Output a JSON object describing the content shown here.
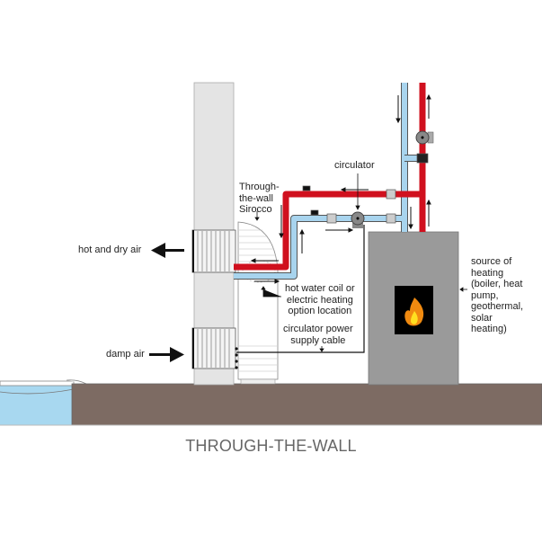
{
  "labels": {
    "sirocco": "Through-\nthe-wall\nSirocco",
    "circulator": "circulator",
    "hot_dry_air": "hot and dry air",
    "damp_air": "damp air",
    "coil": "hot water coil or\nelectric heating\noption location",
    "power_cable": "circulator power\nsupply cable",
    "source": "source of\nheating\n(boiler, heat\npump,\ngeothermal,\nsolar\nheating)"
  },
  "title": "THROUGH-THE-WALL",
  "colors": {
    "hot_pipe": "#d0101e",
    "cold_pipe": "#a8d4ee",
    "floor": "#7d6b63",
    "boiler": "#9a9a9a",
    "wall": "#e4e4e4",
    "water": "#a8d8f0"
  }
}
